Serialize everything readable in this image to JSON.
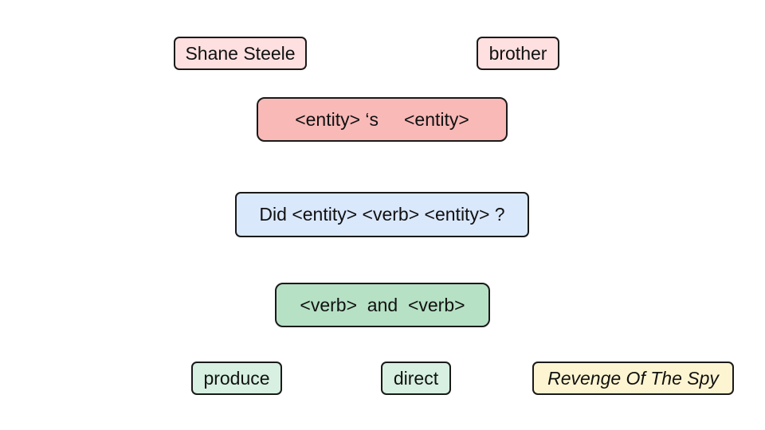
{
  "diagram": {
    "nodes": {
      "shane_steele": "Shane Steele",
      "brother": "brother",
      "possessive_template": "<entity> ‘s     <entity>",
      "question_template": "Did <entity> <verb> <entity> ?",
      "conjunction_template": "<verb>  and  <verb>",
      "produce": "produce",
      "direct": "direct",
      "movie": "Revenge Of The Spy"
    }
  },
  "colors": {
    "entity_light": "#fde0df",
    "entity_template": "#f8b9b7",
    "question_template": "#dae8fb",
    "verb_template": "#b6e1c4",
    "verb_light": "#d7f0e1",
    "title_entity": "#fdf5d2",
    "border": "#1a1a1a"
  }
}
